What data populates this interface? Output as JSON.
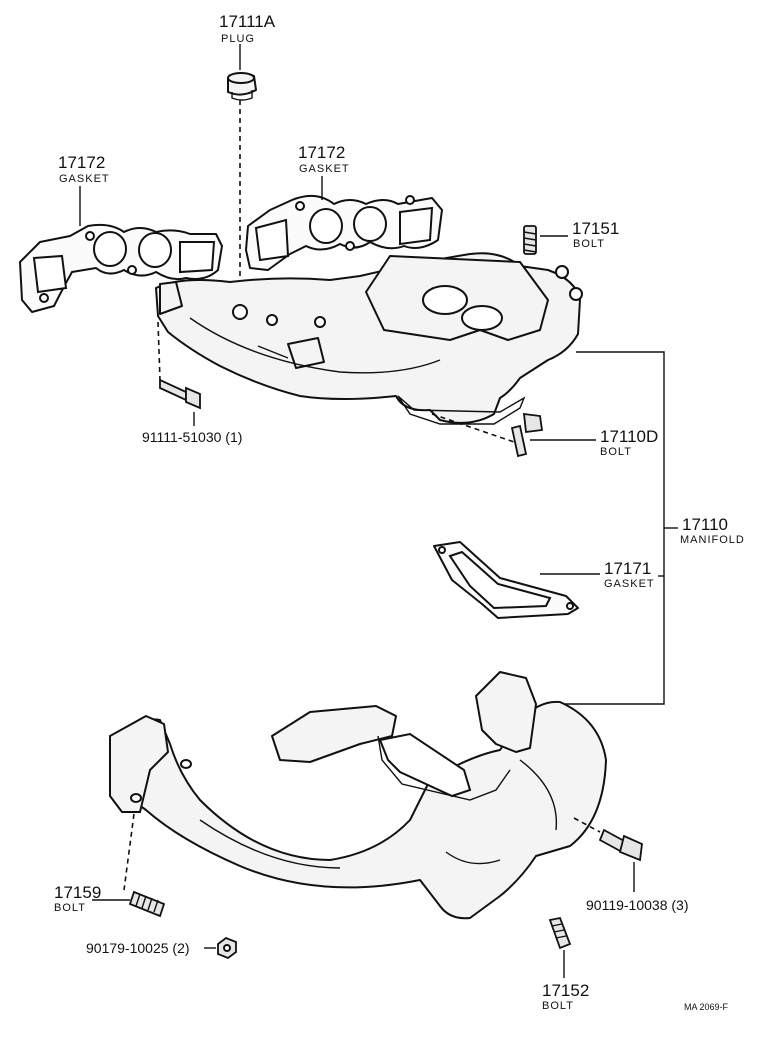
{
  "callouts": {
    "plug": {
      "number": "17111A",
      "name": "PLUG"
    },
    "gasket_left": {
      "number": "17172",
      "name": "GASKET"
    },
    "gasket_center": {
      "number": "17172",
      "name": "GASKET"
    },
    "bolt_top": {
      "number": "17151",
      "name": "BOLT"
    },
    "bolt_left_ref": {
      "number": "91111-51030 (1)"
    },
    "bolt_mid": {
      "number": "17110D",
      "name": "BOLT"
    },
    "manifold": {
      "number": "17110",
      "name": "MANIFOLD"
    },
    "gasket_small": {
      "number": "17171",
      "name": "GASKET"
    },
    "bolt_bottom_left": {
      "number": "17159",
      "name": "BOLT"
    },
    "nut_ref": {
      "number": "90179-10025 (2)"
    },
    "bolt_right_ref": {
      "number": "90119-10038 (3)"
    },
    "bolt_bottom": {
      "number": "17152",
      "name": "BOLT"
    }
  },
  "drawing_code": "MA  2069-F"
}
